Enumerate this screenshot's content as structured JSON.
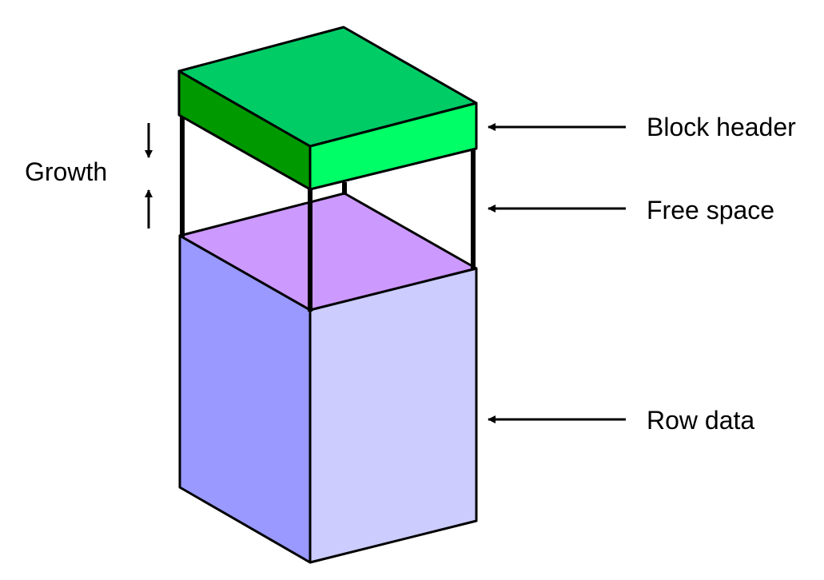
{
  "labels": {
    "block_header": "Block header",
    "free_space": "Free space",
    "row_data": "Row data",
    "growth": "Growth"
  },
  "colors": {
    "header_top": "#00cc66",
    "header_left": "#009900",
    "header_right": "#00ff66",
    "free_space_top": "#cc99ff",
    "row_left": "#9999ff",
    "row_right": "#ccccff",
    "outline": "#000000"
  }
}
